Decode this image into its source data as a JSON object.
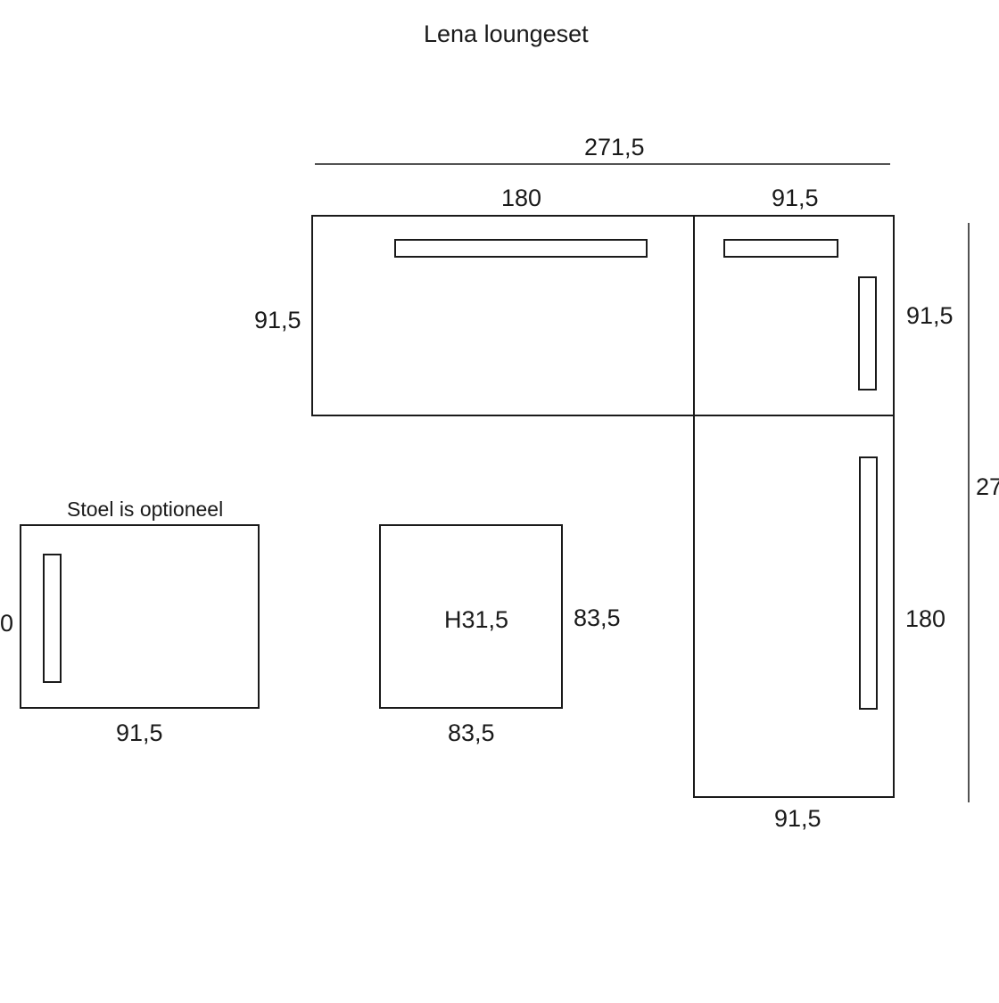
{
  "title": "Lena loungeset",
  "note": "Stoel is optioneel",
  "colors": {
    "line": "#1a1a1a",
    "background": "#ffffff"
  },
  "dimensions": {
    "overall_width": "271,5",
    "sofa_width": "180",
    "corner_width": "91,5",
    "sofa_depth": "91,5",
    "corner_depth": "91,5",
    "overall_length_partial": "27",
    "side_length": "180",
    "side_width": "91,5",
    "chair_depth_partial": "0",
    "chair_width": "91,5",
    "table_height": "H31,5",
    "table_depth": "83,5",
    "table_width": "83,5"
  }
}
